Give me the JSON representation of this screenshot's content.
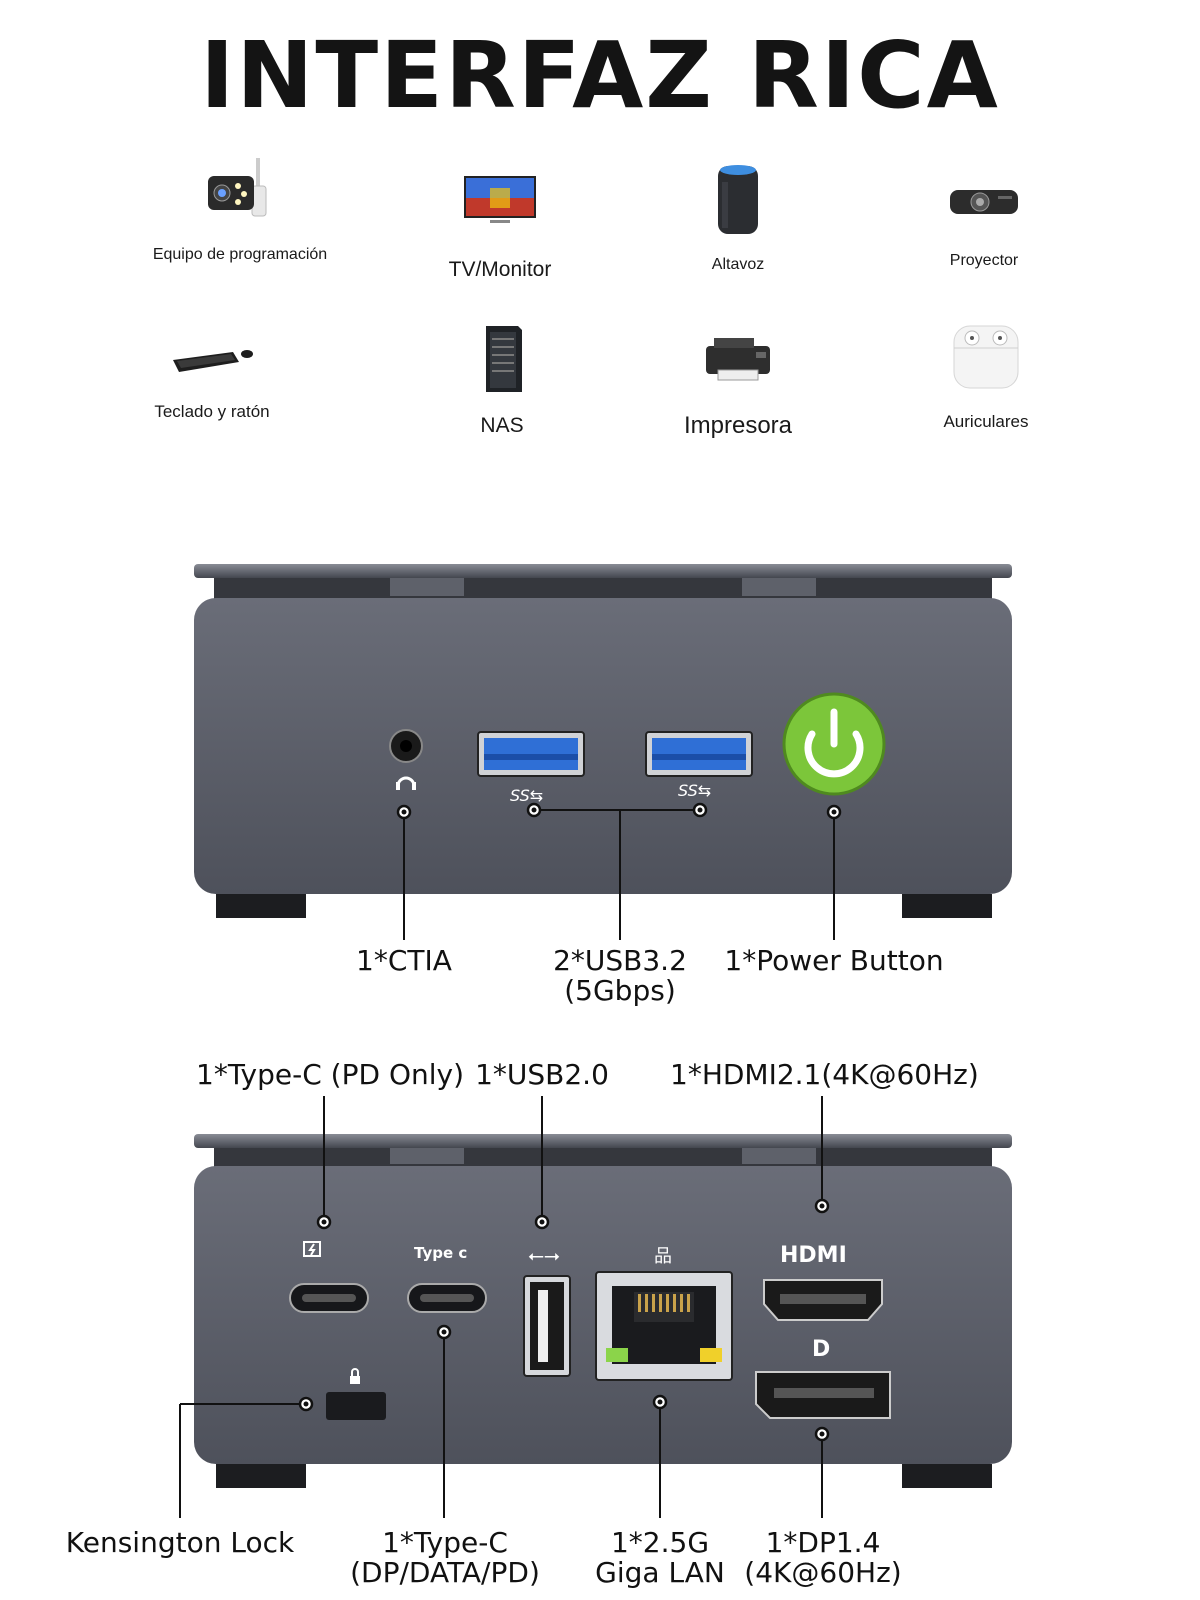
{
  "title": "INTERFAZ RICA",
  "devices": [
    {
      "label": "Equipo de programación",
      "icon": "security-camera-icon"
    },
    {
      "label": "TV/Monitor",
      "icon": "tv-monitor-icon"
    },
    {
      "label": "Altavoz",
      "icon": "smart-speaker-icon"
    },
    {
      "label": "Proyector",
      "icon": "projector-icon"
    },
    {
      "label": "Teclado y ratón",
      "icon": "keyboard-mouse-icon"
    },
    {
      "label": "NAS",
      "icon": "nas-server-icon"
    },
    {
      "label": "Impresora",
      "icon": "printer-icon"
    },
    {
      "label": "Auriculares",
      "icon": "earbuds-icon"
    }
  ],
  "front_ports": {
    "ctia": "1*CTIA",
    "usb32_line1": "2*USB3.2",
    "usb32_line2": "(5Gbps)",
    "power": "1*Power Button",
    "usb_marking": "SS⇆",
    "power_color": "#7cc63a"
  },
  "rear_ports": {
    "typec_pd": "1*Type-C (PD Only)",
    "usb20": "1*USB2.0",
    "hdmi": "1*HDMI2.1(4K@60Hz)",
    "kensington": "Kensington Lock",
    "typec_line1": "1*Type-C",
    "typec_line2": "(DP/DATA/PD)",
    "lan_line1": "1*2.5G",
    "lan_line2": "Giga LAN",
    "dp_line1": "1*DP1.4",
    "dp_line2": "(4K@60Hz)",
    "typec_marking": "Type c",
    "hdmi_marking": "HDMI",
    "dp_marking": "D"
  },
  "colors": {
    "chassis": "#5d606b",
    "usb_blue": "#2f6fd6",
    "led_green": "#8bd44a",
    "led_yellow": "#f0d02a"
  }
}
